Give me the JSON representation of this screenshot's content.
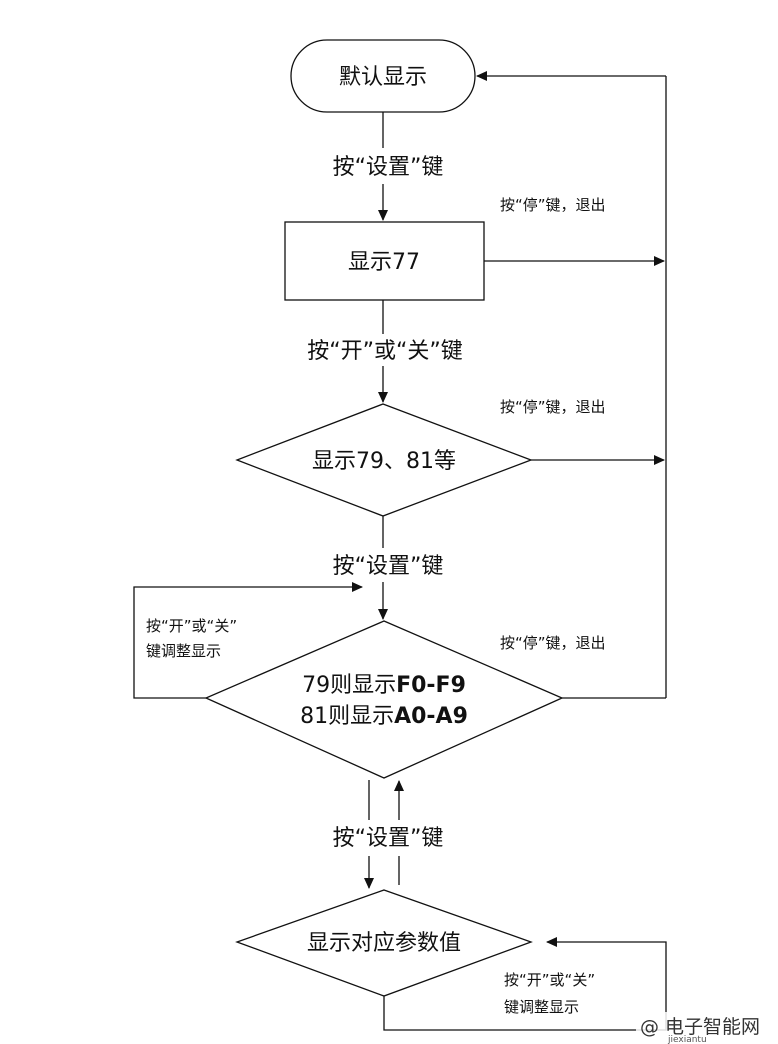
{
  "nodes": {
    "start": "默认显示",
    "show77": "显示77",
    "show79": "显示79、81等",
    "fmode_line1_prefix": "79则显示",
    "fmode_line1_code": "F0-F9",
    "fmode_line2_prefix": "81则显示",
    "fmode_line2_code": "A0-A9",
    "params": "显示对应参数值"
  },
  "edges": {
    "press_set_1": "按“设置”键",
    "press_on_off": "按“开”或“关”键",
    "press_set_2": "按“设置”键",
    "press_set_3": "按“设置”键",
    "press_stop_exit_1": "按“停”键，退出",
    "press_stop_exit_2": "按“停”键，退出",
    "press_stop_exit_3": "按“停”键，退出",
    "loop_adjust_1_line1": "按“开”或“关”",
    "loop_adjust_1_line2": "键调整显示",
    "loop_adjust_2_line1": "按“开”或“关”",
    "loop_adjust_2_line2": "键调整显示"
  },
  "watermark": {
    "text": "@ 电子智能网",
    "sub": "jiexiantu"
  }
}
